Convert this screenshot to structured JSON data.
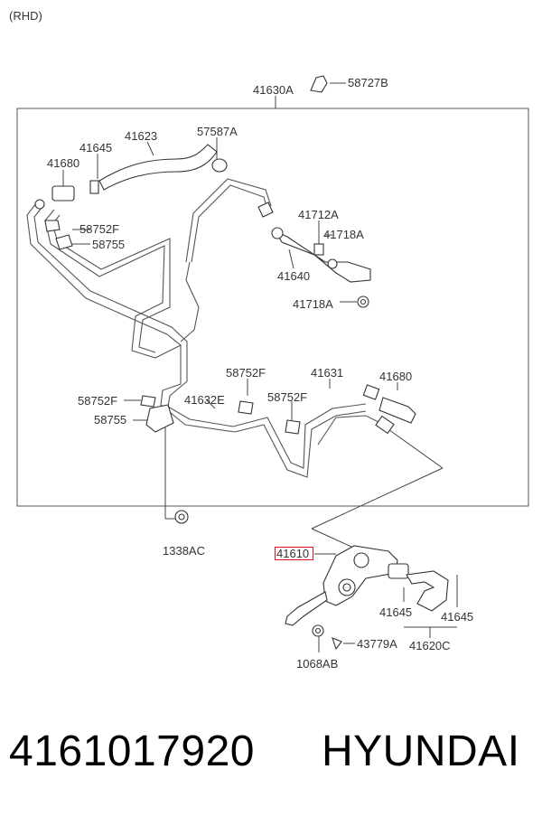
{
  "header": {
    "variant": "(RHD)"
  },
  "labels": {
    "l41630A": "41630A",
    "l58727B": "58727B",
    "l41623": "41623",
    "l57587A": "57587A",
    "l41645_top": "41645",
    "l41680_top": "41680",
    "l58752F_a": "58752F",
    "l58755_a": "58755",
    "l41712A": "41712A",
    "l41718A_a": "41718A",
    "l41640": "41640",
    "l41718A_b": "41718A",
    "l58752F_b": "58752F",
    "l41631": "41631",
    "l41680_b": "41680",
    "l58752F_c": "58752F",
    "l41632E": "41632E",
    "l58752F_d": "58752F",
    "l58755_b": "58755",
    "l1338AC": "1338AC",
    "l41610": "41610",
    "l41645_b": "41645",
    "l41645_c": "41645",
    "l43779A": "43779A",
    "l41620C": "41620C",
    "l1068AB": "1068AB"
  },
  "highlight": {
    "part": "41610",
    "color": "#e0101a"
  },
  "footer": {
    "part_number": "4161017920",
    "brand": "HYUNDAI"
  }
}
